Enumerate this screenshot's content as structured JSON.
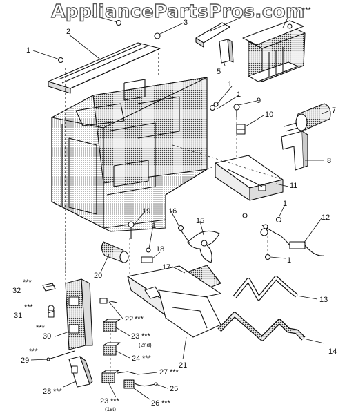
{
  "watermark": "AppliancePartsPros.com",
  "callouts": [
    {
      "id": "c1a",
      "num": "1",
      "stars": ""
    },
    {
      "id": "c1b",
      "num": "1",
      "stars": ""
    },
    {
      "id": "c2",
      "num": "2",
      "stars": ""
    },
    {
      "id": "c3",
      "num": "3",
      "stars": ""
    },
    {
      "id": "c4",
      "num": "4",
      "stars": ""
    },
    {
      "id": "c5",
      "num": "5",
      "stars": ""
    },
    {
      "id": "c6",
      "num": "6",
      "stars": "***"
    },
    {
      "id": "c1c",
      "num": "1",
      "stars": ""
    },
    {
      "id": "c1d",
      "num": "1",
      "stars": ""
    },
    {
      "id": "c7",
      "num": "7",
      "stars": ""
    },
    {
      "id": "c9",
      "num": "9",
      "stars": ""
    },
    {
      "id": "c10",
      "num": "10",
      "stars": ""
    },
    {
      "id": "c8",
      "num": "8",
      "stars": ""
    },
    {
      "id": "c11",
      "num": "11",
      "stars": ""
    },
    {
      "id": "c1e",
      "num": "1",
      "stars": ""
    },
    {
      "id": "c12",
      "num": "12",
      "stars": ""
    },
    {
      "id": "c1f",
      "num": "1",
      "stars": ""
    },
    {
      "id": "c19",
      "num": "19",
      "stars": ""
    },
    {
      "id": "c16",
      "num": "16",
      "stars": ""
    },
    {
      "id": "c15",
      "num": "15",
      "stars": ""
    },
    {
      "id": "c1g",
      "num": "1",
      "stars": ""
    },
    {
      "id": "c18",
      "num": "18",
      "stars": ""
    },
    {
      "id": "c17",
      "num": "17",
      "stars": ""
    },
    {
      "id": "c20",
      "num": "20",
      "stars": ""
    },
    {
      "id": "c13",
      "num": "13",
      "stars": ""
    },
    {
      "id": "c32",
      "num": "32",
      "stars": "***"
    },
    {
      "id": "c31",
      "num": "31",
      "stars": "***"
    },
    {
      "id": "c22",
      "num": "22",
      "stars": "***"
    },
    {
      "id": "c30",
      "num": "30",
      "stars": "***"
    },
    {
      "id": "c23a",
      "num": "23",
      "stars": "***",
      "sub": "(2nd)"
    },
    {
      "id": "c29",
      "num": "29",
      "stars": "***"
    },
    {
      "id": "c24",
      "num": "24",
      "stars": "***"
    },
    {
      "id": "c21",
      "num": "21",
      "stars": ""
    },
    {
      "id": "c14",
      "num": "14",
      "stars": ""
    },
    {
      "id": "c27",
      "num": "27",
      "stars": "***"
    },
    {
      "id": "c28",
      "num": "28",
      "stars": "***"
    },
    {
      "id": "c25",
      "num": "25",
      "stars": ""
    },
    {
      "id": "c23b",
      "num": "23",
      "stars": "***",
      "sub": "(1st)"
    },
    {
      "id": "c26",
      "num": "26",
      "stars": "***"
    }
  ]
}
